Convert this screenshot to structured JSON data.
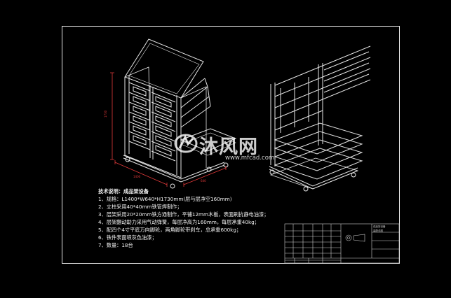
{
  "drawing": {
    "notes_title": "技术说明：成品架设备",
    "notes": [
      "1、规格：L1400*W640*H1730mm(层与层净空160mm)",
      "2、立柱采用40*40mm铁管焊制作；",
      "3、层架采用20*20mm铁方通制作，平铺12mm木板，表面刷抗静电油漆；",
      "4、层架翻动助力采用气动弹簧，每层净高为160mm，每层承重40kg；",
      "5、配四个4寸平底万向脚轮，两角脚轮带刹车，总承重600kg；",
      "6、铁件表面喷灰色油漆；",
      "7、数量：18台"
    ]
  },
  "title_block": {
    "name_cell": "成品架设备",
    "sub_cell": "装配总图"
  },
  "watermark": {
    "text": "沐风网",
    "url": "www.mfcad.com",
    "color": "#ffffff"
  },
  "colors": {
    "background": "#000000",
    "lines": "#e8e8e8",
    "dimension": "#e23a3a"
  }
}
